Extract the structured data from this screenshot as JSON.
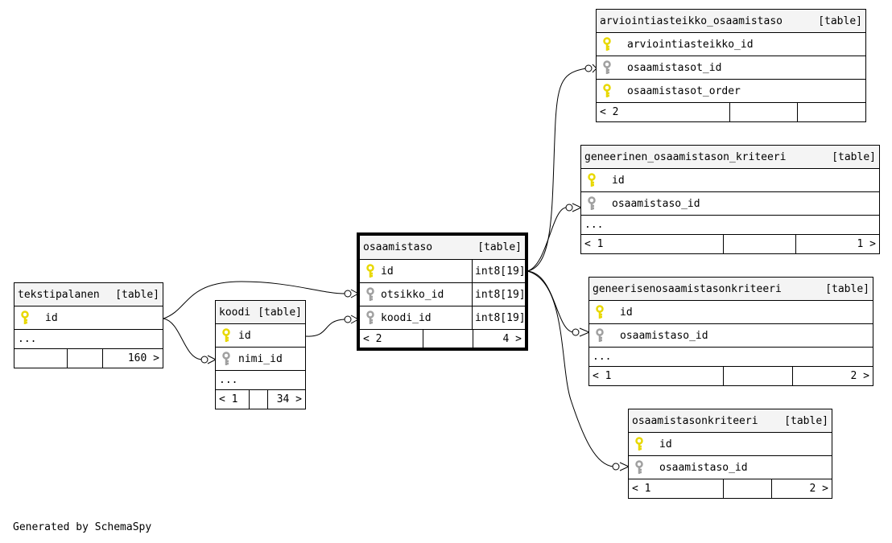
{
  "footer": "Generated by SchemaSpy",
  "tag": "[table]",
  "colors": {
    "primary_key": "#e8d800",
    "foreign_key": "#a0a0a0",
    "header_bg": "#f4f4f4"
  },
  "tables": {
    "arvio": {
      "name": "arviointiasteikko_osaamistaso",
      "columns": [
        {
          "name": "arviointiasteikko_id",
          "key": "primary"
        },
        {
          "name": "osaamistasot_id",
          "key": "foreign"
        },
        {
          "name": "osaamistasot_order",
          "key": "primary"
        }
      ],
      "footer": [
        "< 2",
        "",
        ""
      ]
    },
    "geneerinen": {
      "name": "geneerinen_osaamistason_kriteeri",
      "columns": [
        {
          "name": "id",
          "key": "primary"
        },
        {
          "name": "osaamistaso_id",
          "key": "foreign"
        }
      ],
      "more": "...",
      "footer": [
        "< 1",
        "",
        "1 >"
      ]
    },
    "geneerise": {
      "name": "geneerisenosaamistasonkriteeri",
      "columns": [
        {
          "name": "id",
          "key": "primary"
        },
        {
          "name": "osaamistaso_id",
          "key": "foreign"
        }
      ],
      "more": "...",
      "footer": [
        "< 1",
        "",
        "2 >"
      ]
    },
    "osaamistasonkriteeri": {
      "name": "osaamistasonkriteeri",
      "columns": [
        {
          "name": "id",
          "key": "primary"
        },
        {
          "name": "osaamistaso_id",
          "key": "foreign"
        }
      ],
      "footer": [
        "< 1",
        "",
        "2 >"
      ]
    },
    "osaamistaso": {
      "name": "osaamistaso",
      "columns": [
        {
          "name": "id",
          "key": "primary",
          "type": "int8[19]"
        },
        {
          "name": "otsikko_id",
          "key": "foreign",
          "type": "int8[19]"
        },
        {
          "name": "koodi_id",
          "key": "foreign",
          "type": "int8[19]"
        }
      ],
      "footer": [
        "< 2",
        "",
        "4 >"
      ]
    },
    "tekstipalanen": {
      "name": "tekstipalanen",
      "columns": [
        {
          "name": "id",
          "key": "primary"
        }
      ],
      "more": "...",
      "footer": [
        "",
        "",
        "160 >"
      ]
    },
    "koodi": {
      "name": "koodi",
      "columns": [
        {
          "name": "id",
          "key": "primary"
        },
        {
          "name": "nimi_id",
          "key": "foreign"
        }
      ],
      "more": "...",
      "footer": [
        "< 1",
        "",
        "34 >"
      ]
    }
  }
}
